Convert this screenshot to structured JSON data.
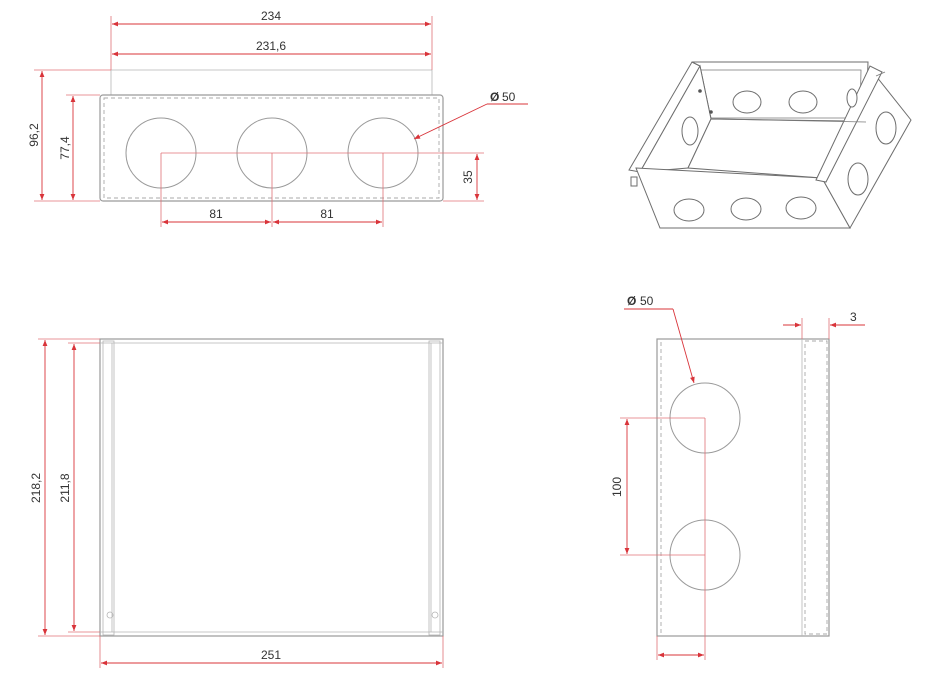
{
  "dimensions": {
    "top_width_outer": "234",
    "top_width_inner": "231,6",
    "height_outer": "96,2",
    "height_inner": "77,4",
    "hole_diameter_front": "50",
    "hole_center_height": "35",
    "hole_spacing_left": "81",
    "hole_spacing_right": "81",
    "plan_depth_outer": "218,2",
    "plan_depth_inner": "211,8",
    "plan_width": "251",
    "side_hole_diameter": "50",
    "wall_thickness": "3",
    "side_hole_spacing": "100"
  },
  "symbols": {
    "diameter_front": "Ø",
    "diameter_side": "Ø"
  },
  "colors": {
    "dimension": "#d9343a",
    "outline": "#9a9a9a"
  }
}
